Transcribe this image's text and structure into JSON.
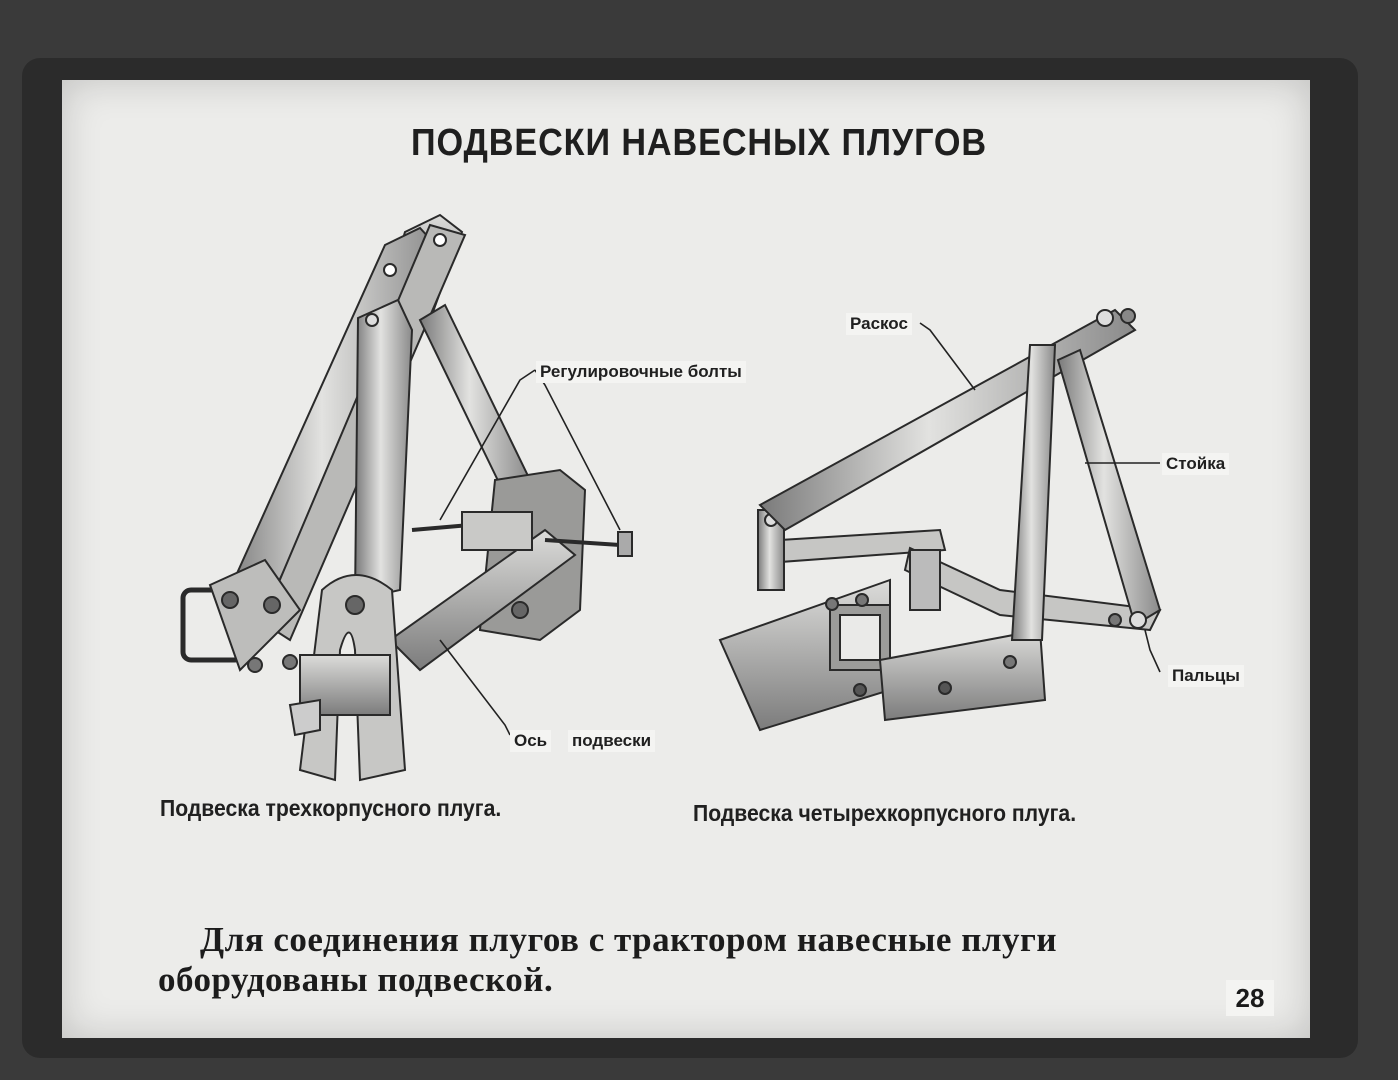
{
  "slide": {
    "title": "ПОДВЕСКИ НАВЕСНЫХ ПЛУГОВ",
    "callouts": {
      "adjusting_bolts": "Регулировочные болты",
      "axle_label_1": "Ось",
      "axle_label_2": "подвески",
      "brace": "Раскос",
      "post": "Стойка",
      "pins": "Пальцы"
    },
    "captions": {
      "three_body": "Подвеска трехкорпусного плуга.",
      "four_body": "Подвеска четырехкорпусного плуга."
    },
    "body_text": {
      "line1": "Для соединения плугов с трактором навесные плуги",
      "line2": "оборудованы подвеской."
    },
    "page_number": "28"
  },
  "colors": {
    "paper": "#ececea",
    "frame": "#2b2b2b",
    "ink": "#1f1f1f",
    "metal_light": "#d6d6d4",
    "metal_dark": "#6e6e6e"
  }
}
